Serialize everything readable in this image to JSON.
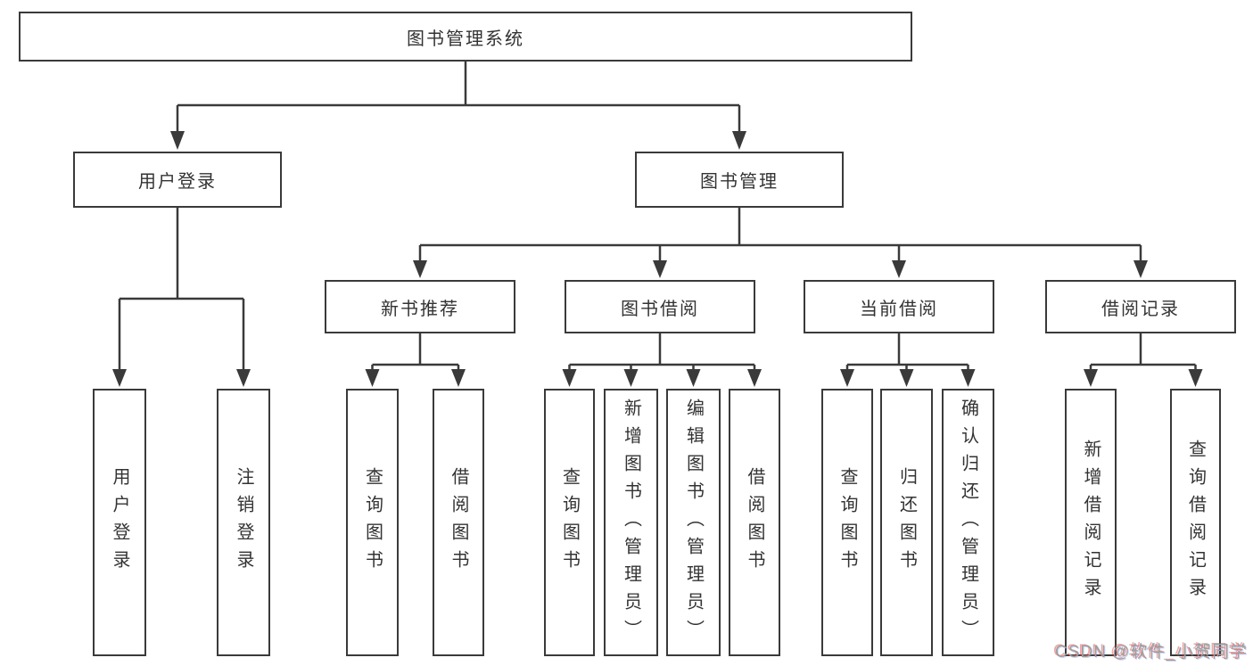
{
  "tree": {
    "label": "图书管理系统",
    "children": [
      {
        "label": "用户登录",
        "children": [
          {
            "label": "用户登录"
          },
          {
            "label": "注销登录"
          }
        ]
      },
      {
        "label": "图书管理",
        "children": [
          {
            "label": "新书推荐",
            "children": [
              {
                "label": "查询图书"
              },
              {
                "label": "借阅图书"
              }
            ]
          },
          {
            "label": "图书借阅",
            "children": [
              {
                "label": "查询图书"
              },
              {
                "label": "新增图书（管理员）"
              },
              {
                "label": "编辑图书（管理员）"
              },
              {
                "label": "借阅图书"
              }
            ]
          },
          {
            "label": "当前借阅",
            "children": [
              {
                "label": "查询图书"
              },
              {
                "label": "归还图书"
              },
              {
                "label": "确认归还（管理员）"
              }
            ]
          },
          {
            "label": "借阅记录",
            "children": [
              {
                "label": "新增借阅记录"
              },
              {
                "label": "查询借阅记录"
              }
            ]
          }
        ]
      }
    ]
  },
  "watermark": {
    "text": "CSDN @软件_小贺同学"
  },
  "colors": {
    "line": "#3a3a3a",
    "box_border": "#3a3a3a",
    "text": "#333333",
    "background": "#ffffff",
    "watermark_gray": "#9e9e9e"
  }
}
